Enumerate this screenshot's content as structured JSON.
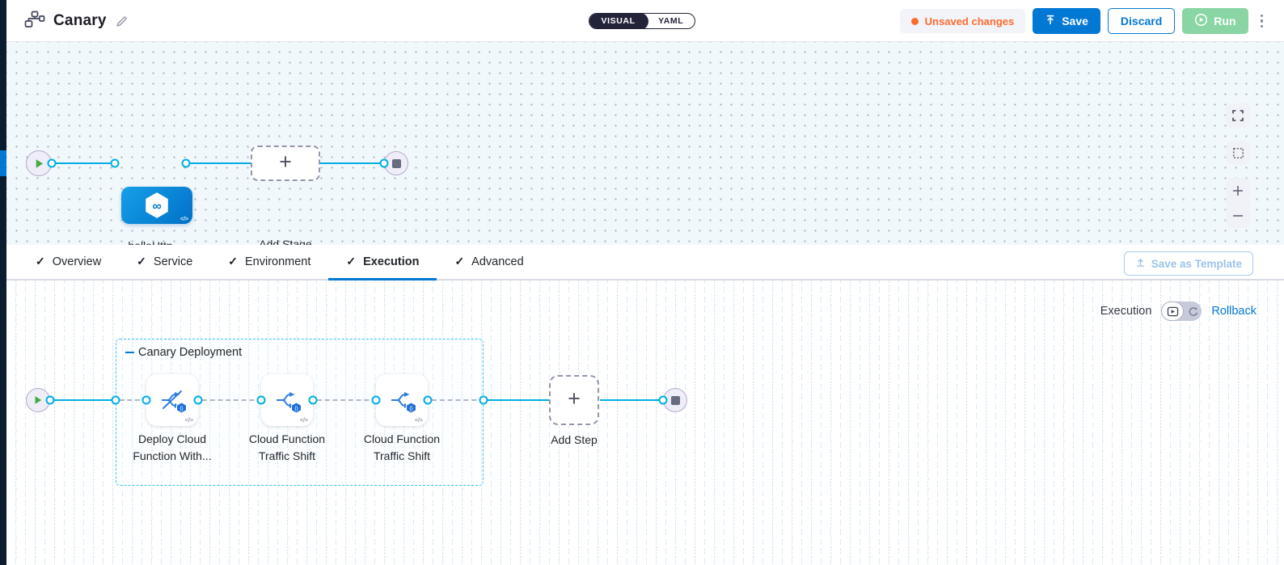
{
  "header": {
    "title": "Canary",
    "view_toggle": {
      "visual": "VISUAL",
      "yaml": "YAML"
    },
    "unsaved_badge": "Unsaved changes",
    "save_button": "Save",
    "discard_button": "Discard",
    "run_button": "Run"
  },
  "stage_canvas": {
    "stage_label": "helloHttp",
    "add_stage_label": "Add Stage"
  },
  "tabs": {
    "items": [
      {
        "label": "Overview"
      },
      {
        "label": "Service"
      },
      {
        "label": "Environment"
      },
      {
        "label": "Execution"
      },
      {
        "label": "Advanced"
      }
    ],
    "active": "Execution",
    "save_as_template": "Save as Template"
  },
  "execution_canvas": {
    "mode_label": "Execution",
    "rollback_label": "Rollback",
    "group_label": "Canary Deployment",
    "steps": [
      {
        "label": "Deploy Cloud Function With..."
      },
      {
        "label": "Cloud Function Traffic Shift"
      },
      {
        "label": "Cloud Function Traffic Shift"
      }
    ],
    "add_step_label": "Add Step"
  },
  "colors": {
    "primary_blue": "#0278d5",
    "connector_cyan": "#00ade4",
    "unsaved_orange": "#ff6b2c",
    "run_green": "#89d6a4",
    "dark_navy_rail": "#0b1c2e",
    "toggle_dark": "#23233a"
  }
}
